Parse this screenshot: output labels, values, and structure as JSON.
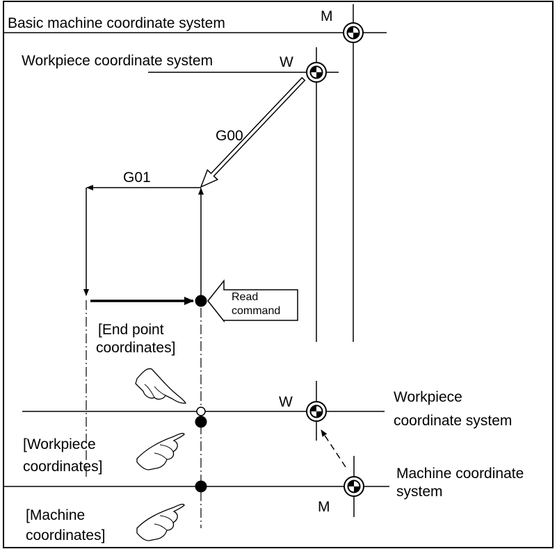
{
  "labels": {
    "basic_machine_cs": "Basic machine coordinate system",
    "m_top": "M",
    "workpiece_cs_top": "Workpiece coordinate system",
    "w_top": "W",
    "g00": "G00",
    "g01": "G01",
    "read_line1": "Read",
    "read_line2": "command",
    "end_point_line1": "[End point",
    "end_point_line2": "coordinates]",
    "w_mid": "W",
    "workpiece_cs_line1": "Workpiece",
    "workpiece_cs_line2": "coordinate system",
    "workpiece_coords_line1": "[Workpiece",
    "workpiece_coords_line2": "coordinates]",
    "machine_cs_line1": "Machine coordinate",
    "machine_cs_line2": "system",
    "m_bottom": "M",
    "machine_coords_line1": "[Machine",
    "machine_coords_line2": "coordinates]"
  },
  "icons": [
    "origin-mark-icon",
    "pointing-hand-icon"
  ],
  "colors": {
    "line": "#000000",
    "background": "#ffffff"
  }
}
